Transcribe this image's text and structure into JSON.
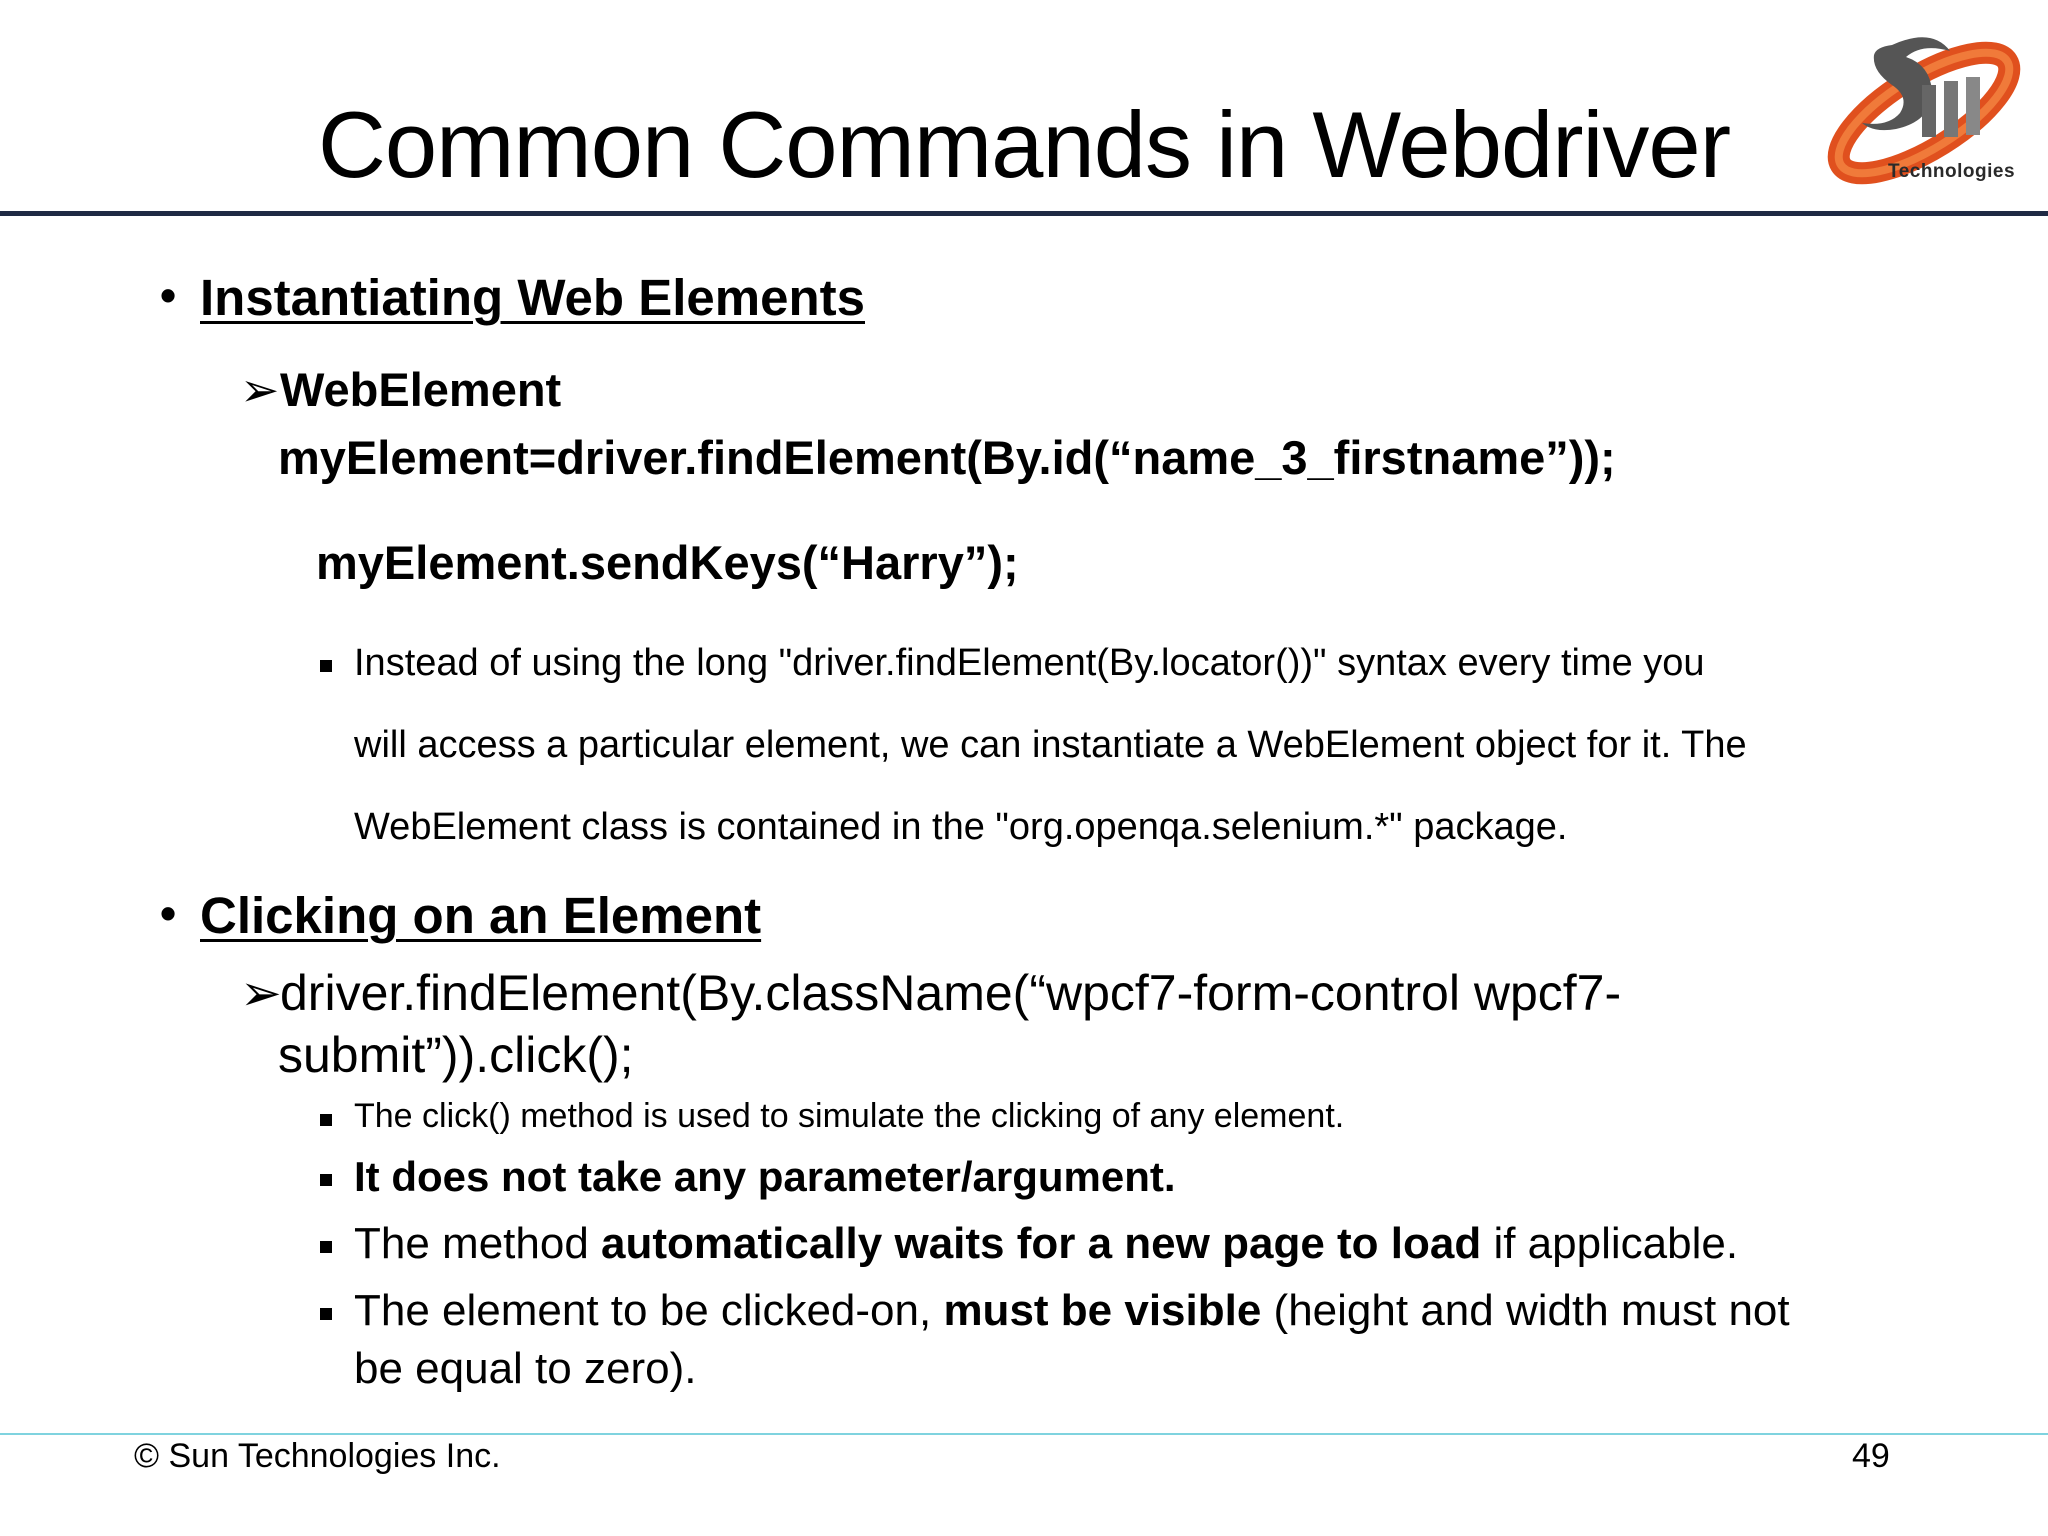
{
  "slide": {
    "title": "Common Commands in Webdriver",
    "logo_text": "Technologies",
    "section1": {
      "heading": "Instantiating Web Elements",
      "code_line1": "WebElement",
      "code_line2": "myElement=driver.findElement(By.id(“name_3_firstname”));",
      "code_line3": "myElement.sendKeys(“Harry”);",
      "note_line1": "Instead of using the long \"driver.findElement(By.locator())\" syntax every time you",
      "note_line2": "will access a particular element, we can instantiate a WebElement object for it. The",
      "note_line3": "WebElement class is contained in the \"org.openqa.selenium.*\" package."
    },
    "section2": {
      "heading": "Clicking on an Element",
      "code_line1": "driver.findElement(By.className(“wpcf7-form-control wpcf7-",
      "code_line2": "submit”)).click();",
      "point1": "The click() method is used to simulate the clicking of any element.",
      "point2": "It does not take any parameter/argument.",
      "point3_pre": "The method ",
      "point3_bold": "automatically waits for a new page to load",
      "point3_post": " if applicable.",
      "point4_pre": "The element to be clicked-on, ",
      "point4_bold": "must be visible",
      "point4_post": " (height and width must not",
      "point4_line2": "be equal to zero)."
    },
    "footer": {
      "copyright": "© Sun Technologies Inc.",
      "page_number": "49"
    }
  }
}
